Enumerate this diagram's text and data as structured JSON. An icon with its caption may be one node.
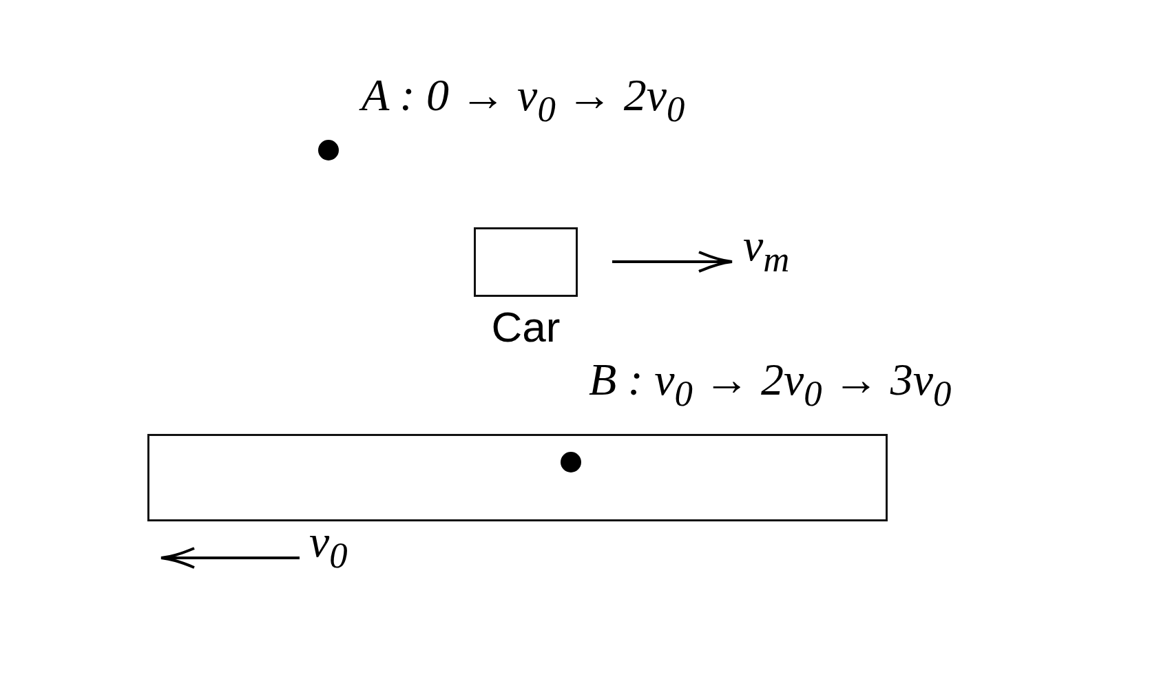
{
  "diagram": {
    "nodes": [
      {
        "text": [],
        "shape": "circle",
        "beside": [
          "A : 0 → v$_{0}$ → 2v$_{0}$"
        ]
      },
      {
        "text": [
          "Car"
        ]
      },
      {
        "text": [],
        "shape": "box"
      },
      {
        "text": [],
        "shape": "circle",
        "in": 2,
        "beside": [
          "B : v$_{0}$ → 2v$_{0}$ → 3v$_{0}$"
        ]
      }
    ],
    "edges": [],
    "labels": [
      "v$_{m}$",
      "v$_{0}$"
    ]
  }
}
